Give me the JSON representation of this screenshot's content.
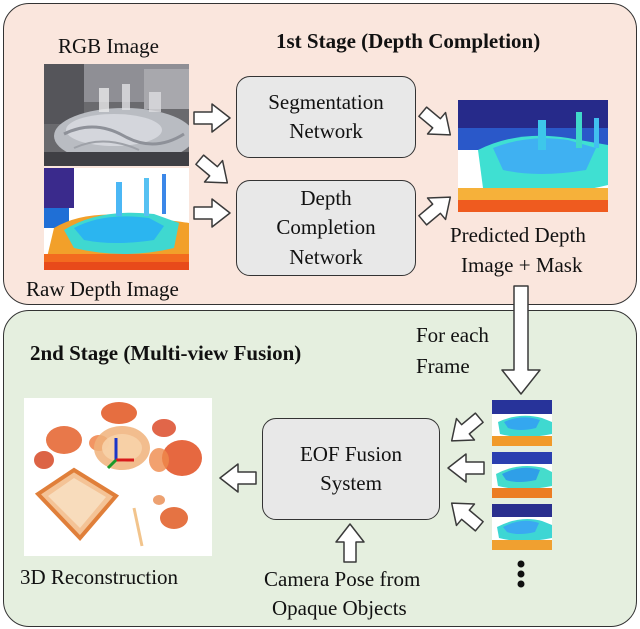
{
  "stage1": {
    "title": "1st Stage (Depth Completion)",
    "rgb_label": "RGB Image",
    "raw_depth_label": "Raw Depth Image",
    "segmentation_box": "Segmentation\nNetwork",
    "depth_completion_box": "Depth\nCompletion\nNetwork",
    "predicted_label_line1": "Predicted Depth",
    "predicted_label_line2": "Image + Mask"
  },
  "stage2": {
    "title": "2nd Stage (Multi-view Fusion)",
    "for_each_line1": "For each",
    "for_each_line2": "Frame",
    "fusion_box": "EOF Fusion\nSystem",
    "reconstruction_label": "3D Reconstruction",
    "camera_pose_line1": "Camera Pose from",
    "camera_pose_line2": "Opaque Objects"
  },
  "colors": {
    "stage1_bg": "#fae6dd",
    "stage2_bg": "#e5efdf",
    "box_bg": "#e8e8e8",
    "arrow_fill": "#ffffff"
  }
}
